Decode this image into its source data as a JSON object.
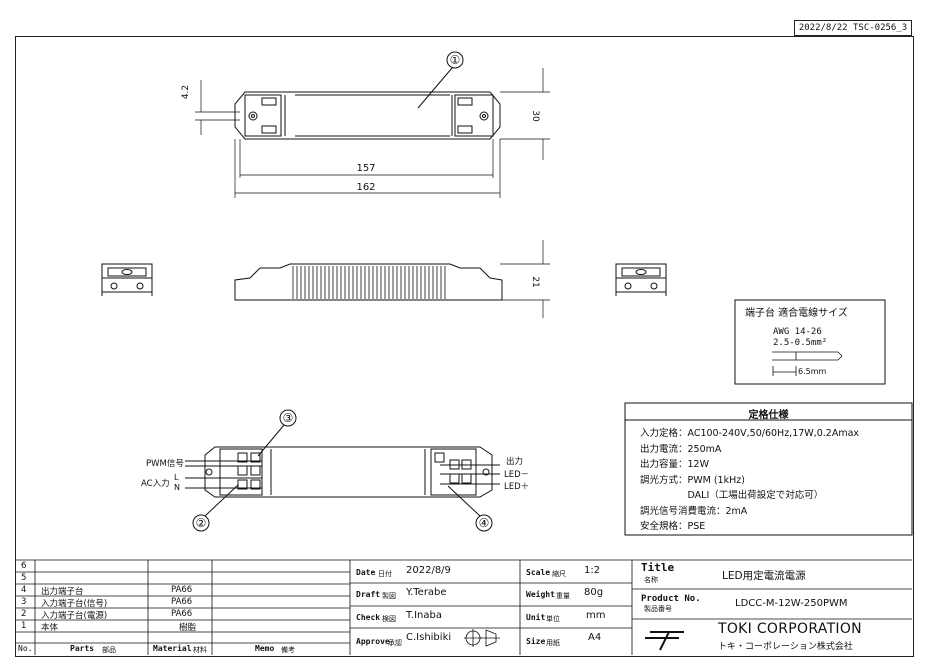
{
  "header": {
    "doc_ref": "2022/8/22 TSC-0256_3"
  },
  "top_view": {
    "callout": "①",
    "dim_height": "30",
    "dim_hole": "4.2",
    "dim_inner": "157",
    "dim_outer": "162"
  },
  "side_view": {
    "dim_height": "21"
  },
  "wire_box": {
    "title": "端子台 適合電線サイズ",
    "awg": "AWG 14-26",
    "size": "2.5-0.5mm²",
    "strip": "6.5mm"
  },
  "spec": {
    "title": "定格仕様",
    "lines": [
      "入力定格：AC100-240V,50/60Hz,17W,0.2Amax",
      "出力電流：250mA",
      "出力容量：12W",
      "調光方式：PWM (1kHz)",
      "　　　　　DALI（工場出荷設定で対応可）",
      "調光信号消費電流：2mA",
      "安全規格：PSE"
    ]
  },
  "wiring": {
    "pwm_label": "PWM信号",
    "ac_label": "AC入力",
    "l": "L",
    "n": "N",
    "out_label": "出力",
    "led_minus": "LED－",
    "led_plus": "LED＋",
    "callout_2": "②",
    "callout_3": "③",
    "callout_4": "④"
  },
  "parts_table": {
    "header": {
      "no": "No.",
      "parts": "Parts",
      "parts_jp": "部品",
      "material": "Material",
      "material_jp": "材料",
      "memo": "Memo",
      "memo_jp": "備考"
    },
    "rows": [
      {
        "no": "6",
        "part": "",
        "material": ""
      },
      {
        "no": "5",
        "part": "",
        "material": ""
      },
      {
        "no": "4",
        "part": "出力端子台",
        "material": "PA66"
      },
      {
        "no": "3",
        "part": "入力端子台(信号)",
        "material": "PA66"
      },
      {
        "no": "2",
        "part": "入力端子台(電源)",
        "material": "PA66"
      },
      {
        "no": "1",
        "part": "本体",
        "material": "樹脂"
      }
    ]
  },
  "title_block": {
    "date_label": "Date",
    "date_jp": "日付",
    "date": "2022/8/9",
    "draft_label": "Draft",
    "draft_jp": "製図",
    "draft": "Y.Terabe",
    "check_label": "Check",
    "check_jp": "検図",
    "check": "T.Inaba",
    "approve_label": "Approve",
    "approve_jp": "承認",
    "approve": "C.Ishibiki",
    "scale_label": "Scale",
    "scale_jp": "縮尺",
    "scale": "1:2",
    "weight_label": "Weight",
    "weight_jp": "重量",
    "weight": "80g",
    "unit_label": "Unit",
    "unit_jp": "単位",
    "unit": "mm",
    "size_label": "Size",
    "size_jp": "用紙",
    "size": "A4",
    "title_label": "Title",
    "title_jp": "名称",
    "title": "LED用定電流電源",
    "product_label": "Product No.",
    "product_jp": "製品番号",
    "product": "LDCC-M-12W-250PWM",
    "company": "TOKI CORPORATION",
    "company_jp": "トキ・コーポレーション株式会社"
  }
}
